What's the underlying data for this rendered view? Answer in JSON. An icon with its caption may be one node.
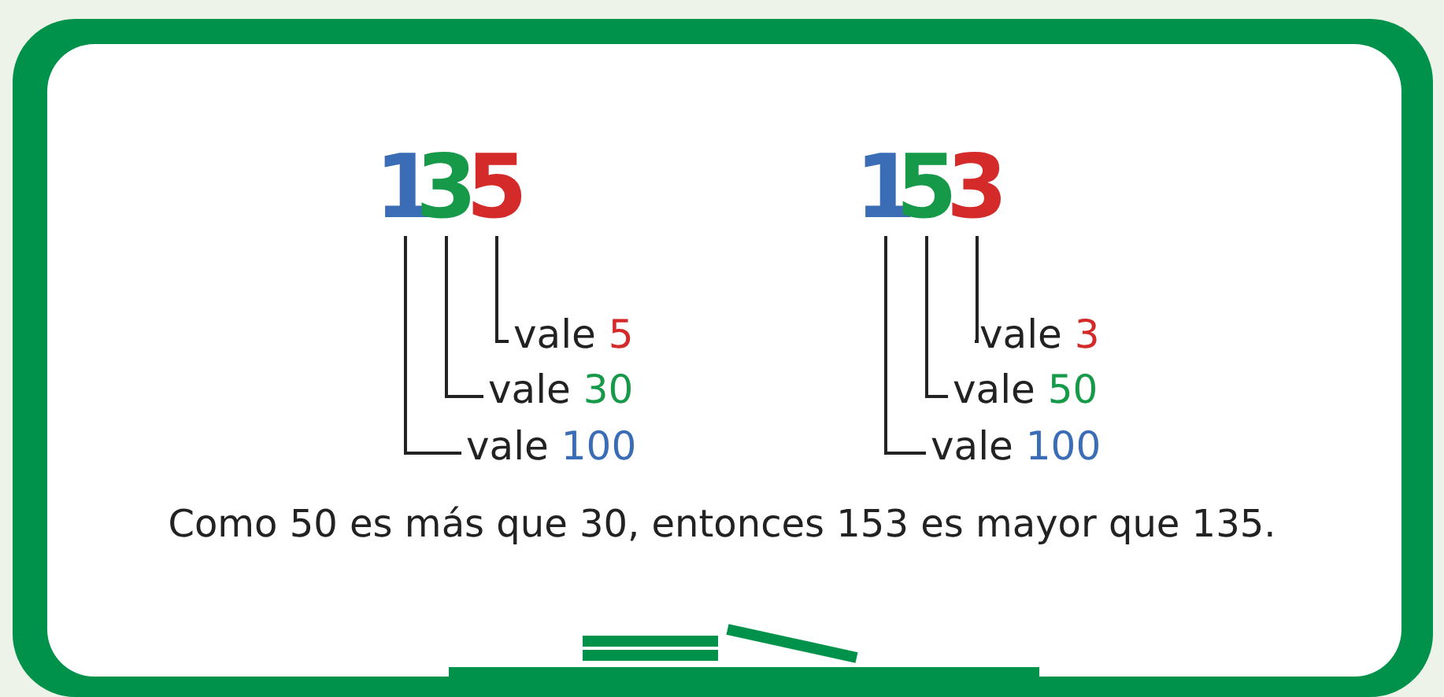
{
  "diagram": {
    "nodes": [
      {
        "text": [
          "1"
        ]
      },
      {
        "text": [
          "3"
        ]
      },
      {
        "text": [
          "5"
        ]
      },
      {
        "text": [
          "vale 5"
        ]
      },
      {
        "text": [
          "vale 30"
        ]
      },
      {
        "text": [
          "vale 100"
        ]
      },
      {
        "text": [
          "1"
        ]
      },
      {
        "text": [
          "5"
        ]
      },
      {
        "text": [
          "3"
        ]
      },
      {
        "text": [
          "vale 3"
        ]
      },
      {
        "text": [
          "vale 50"
        ]
      },
      {
        "text": [
          "vale 100"
        ]
      }
    ],
    "edges": [
      {
        "from": 2,
        "to": 3,
        "arrow": "none"
      },
      {
        "from": 1,
        "to": 4,
        "arrow": "none"
      },
      {
        "from": 0,
        "to": 5,
        "arrow": "none"
      },
      {
        "from": 8,
        "to": 9,
        "arrow": "none"
      },
      {
        "from": 7,
        "to": 10,
        "arrow": "none"
      },
      {
        "from": 6,
        "to": 11,
        "arrow": "none"
      }
    ],
    "labels": [
      "Como 50 es más que 30, entonces 153 es mayor que 135."
    ]
  }
}
